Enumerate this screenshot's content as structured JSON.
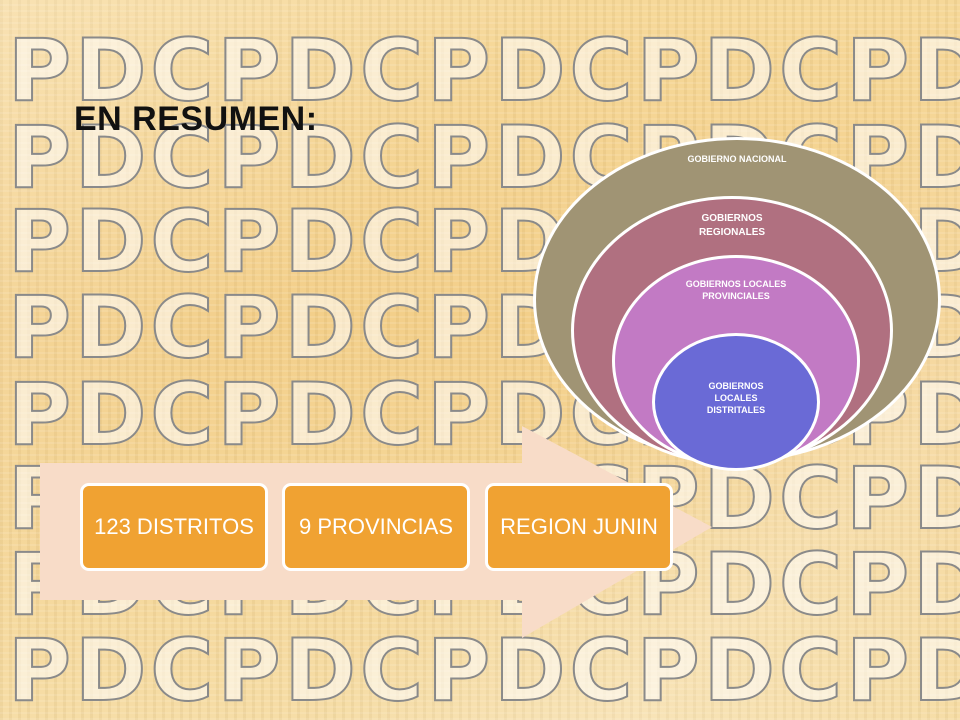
{
  "slide": {
    "title": "EN RESUMEN:"
  },
  "watermark": {
    "text": "PDCPDCPDCPDCPDCPDCPDC"
  },
  "process": {
    "boxes": [
      {
        "label": "123 DISTRITOS"
      },
      {
        "label": "9 PROVINCIAS"
      },
      {
        "label": "REGION JUNIN"
      }
    ]
  },
  "nested": {
    "levels": [
      {
        "label": "GOBIERNO NACIONAL"
      },
      {
        "label": "GOBIERNOS REGIONALES"
      },
      {
        "label": "GOBIERNOS LOCALES PROVINCIALES"
      },
      {
        "label": "GOBIERNOS LOCALES DISTRITALES"
      }
    ]
  },
  "colors": {
    "background": "#f3cf8a",
    "box_fill": "#f0a232",
    "arrow_fill": "#f8dcc8",
    "level1": "#a09474",
    "level2": "#b07080",
    "level3": "#c27ac4",
    "level4": "#6a6ad6"
  }
}
